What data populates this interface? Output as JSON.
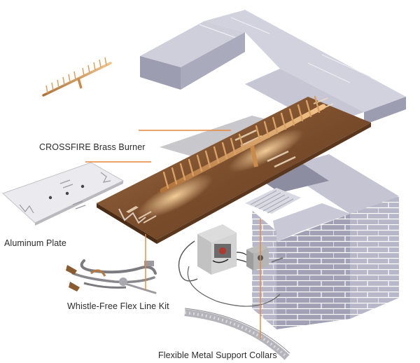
{
  "labels": {
    "burner": "CROSSFIRE Brass Burner",
    "plate": "Aluminum Plate",
    "flex": "Whistle-Free Flex Line Kit",
    "collars": "Flexible Metal Support Collars"
  },
  "colors": {
    "leader": "#e8873a",
    "brick_top": "#c9c9d6",
    "brick_face": "#9b9bb0",
    "brick_side": "#b2b2c4",
    "pan": "#8a5a34",
    "brass": "#c98a4a"
  }
}
